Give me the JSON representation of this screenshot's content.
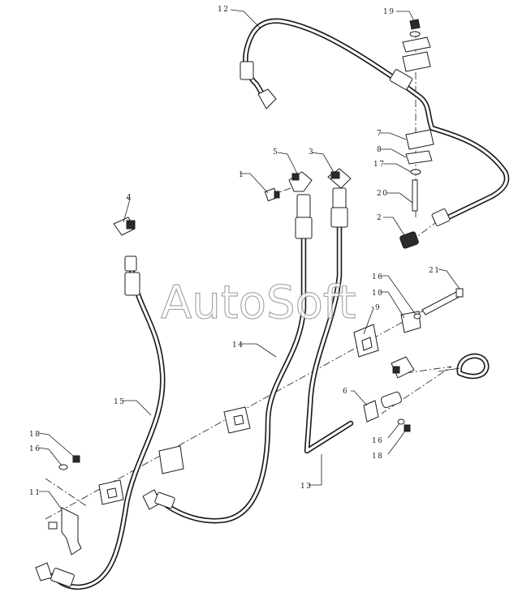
{
  "watermark": "AutoSoft",
  "callouts": {
    "c12": "12",
    "c19": "19",
    "c5": "5",
    "c3": "3",
    "c1": "1",
    "c4": "4",
    "c7": "7",
    "c8": "8",
    "c17": "17",
    "c20": "20",
    "c2": "2",
    "c16a": "16",
    "c10": "10",
    "c9": "9",
    "c21": "21",
    "c14": "14",
    "c15": "15",
    "c6": "6",
    "c16b": "16",
    "c18b": "18",
    "c13": "13",
    "c18a": "18",
    "c16c": "16",
    "c11": "11"
  }
}
